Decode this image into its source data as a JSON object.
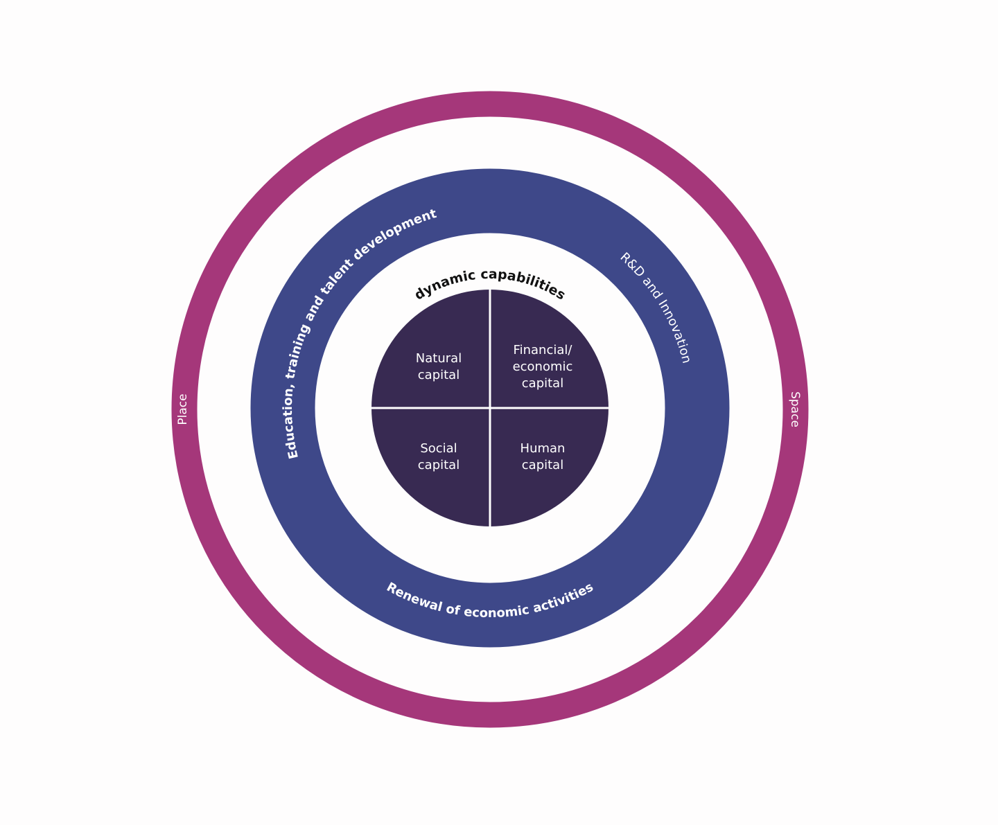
{
  "colors": {
    "outer_ring": "#a5377a",
    "middle_ring": "#3e4889",
    "core": "#382a52",
    "background": "#fefdfd"
  },
  "outer_ring": {
    "left_label": "Place",
    "right_label": "Space"
  },
  "middle_ring": {
    "top_left_label": "Education, training and talent development",
    "top_right_label": "R&D and Innovation",
    "bottom_label": "Renewal of economic activities"
  },
  "inner_ring": {
    "label": "dynamic capabilities"
  },
  "core": {
    "top_left": [
      "Natural",
      "capital"
    ],
    "top_right": [
      "Financial/",
      "economic",
      "capital"
    ],
    "bottom_left": [
      "Social",
      "capital"
    ],
    "bottom_right": [
      "Human",
      "capital"
    ]
  }
}
